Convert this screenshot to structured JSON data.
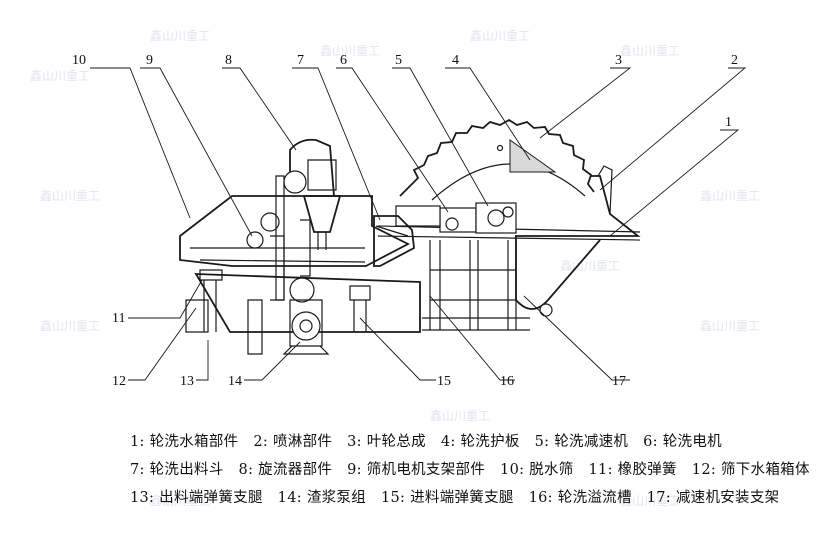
{
  "watermark": "鑫山川重工",
  "part_numbers": [
    "1",
    "2",
    "3",
    "4",
    "5",
    "6",
    "7",
    "8",
    "9",
    "10",
    "11",
    "12",
    "13",
    "14",
    "15",
    "16",
    "17"
  ],
  "legend": {
    "row1": [
      "1: 轮洗水箱部件",
      "2: 喷淋部件",
      "3: 叶轮总成",
      "4: 轮洗护板",
      "5: 轮洗减速机",
      "6: 轮洗电机"
    ],
    "row2": [
      "7: 轮洗出料斗",
      "8: 旋流器部件",
      "9: 筛机电机支架部件",
      "10: 脱水筛",
      "11: 橡胶弹簧",
      "12: 筛下水箱箱体"
    ],
    "row3": [
      "13: 出料端弹簧支腿",
      "14: 渣浆泵组",
      "15: 进料端弹簧支腿",
      "16: 轮洗溢流槽",
      "17: 减速机安装支架"
    ]
  }
}
